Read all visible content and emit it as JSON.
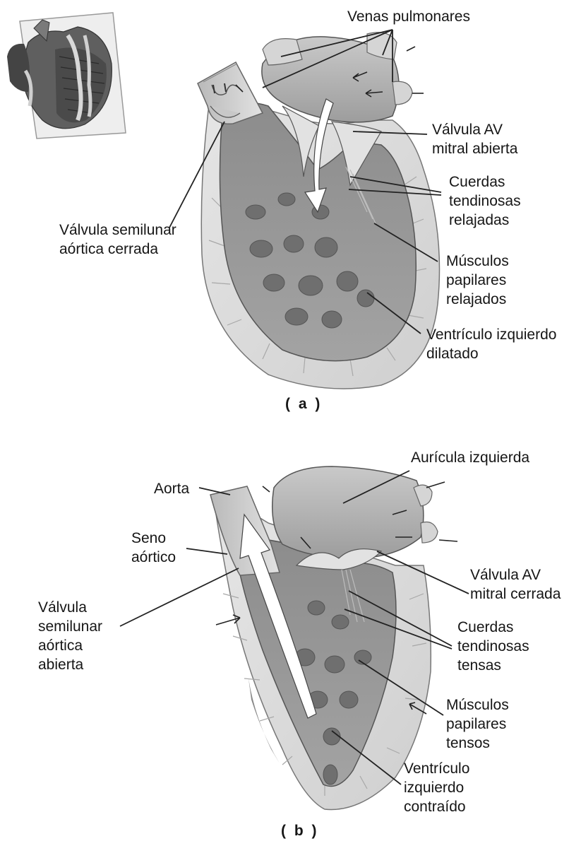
{
  "panel_a": {
    "caption": "( a )",
    "labels": {
      "venas_pulmonares": "Venas pulmonares",
      "valvula_av_1": "Válvula AV",
      "valvula_av_2": "mitral abierta",
      "cuerdas_1": "Cuerdas",
      "cuerdas_2": "tendinosas",
      "cuerdas_3": "relajadas",
      "semilunar_1": "Válvula semilunar",
      "semilunar_2": "aórtica cerrada",
      "musculos_1": "Músculos",
      "musculos_2": "papilares",
      "musculos_3": "relajados",
      "ventriculo_1": "Ventrículo izquierdo",
      "ventriculo_2": "dilatado"
    }
  },
  "panel_b": {
    "caption": "( b )",
    "labels": {
      "auricula": "Aurícula izquierda",
      "aorta": "Aorta",
      "seno_1": "Seno",
      "seno_2": "aórtico",
      "valvula_av_1": "Válvula AV",
      "valvula_av_2": "mitral cerrada",
      "semilunar_1": "Válvula",
      "semilunar_2": "semilunar",
      "semilunar_3": "aórtica",
      "semilunar_4": "abierta",
      "cuerdas_1": "Cuerdas",
      "cuerdas_2": "tendinosas",
      "cuerdas_3": "tensas",
      "musculos_1": "Músculos",
      "musculos_2": "papilares",
      "musculos_3": "tensos",
      "ventriculo_1": "Ventrículo",
      "ventriculo_2": "izquierdo",
      "ventriculo_3": "contraído"
    }
  }
}
